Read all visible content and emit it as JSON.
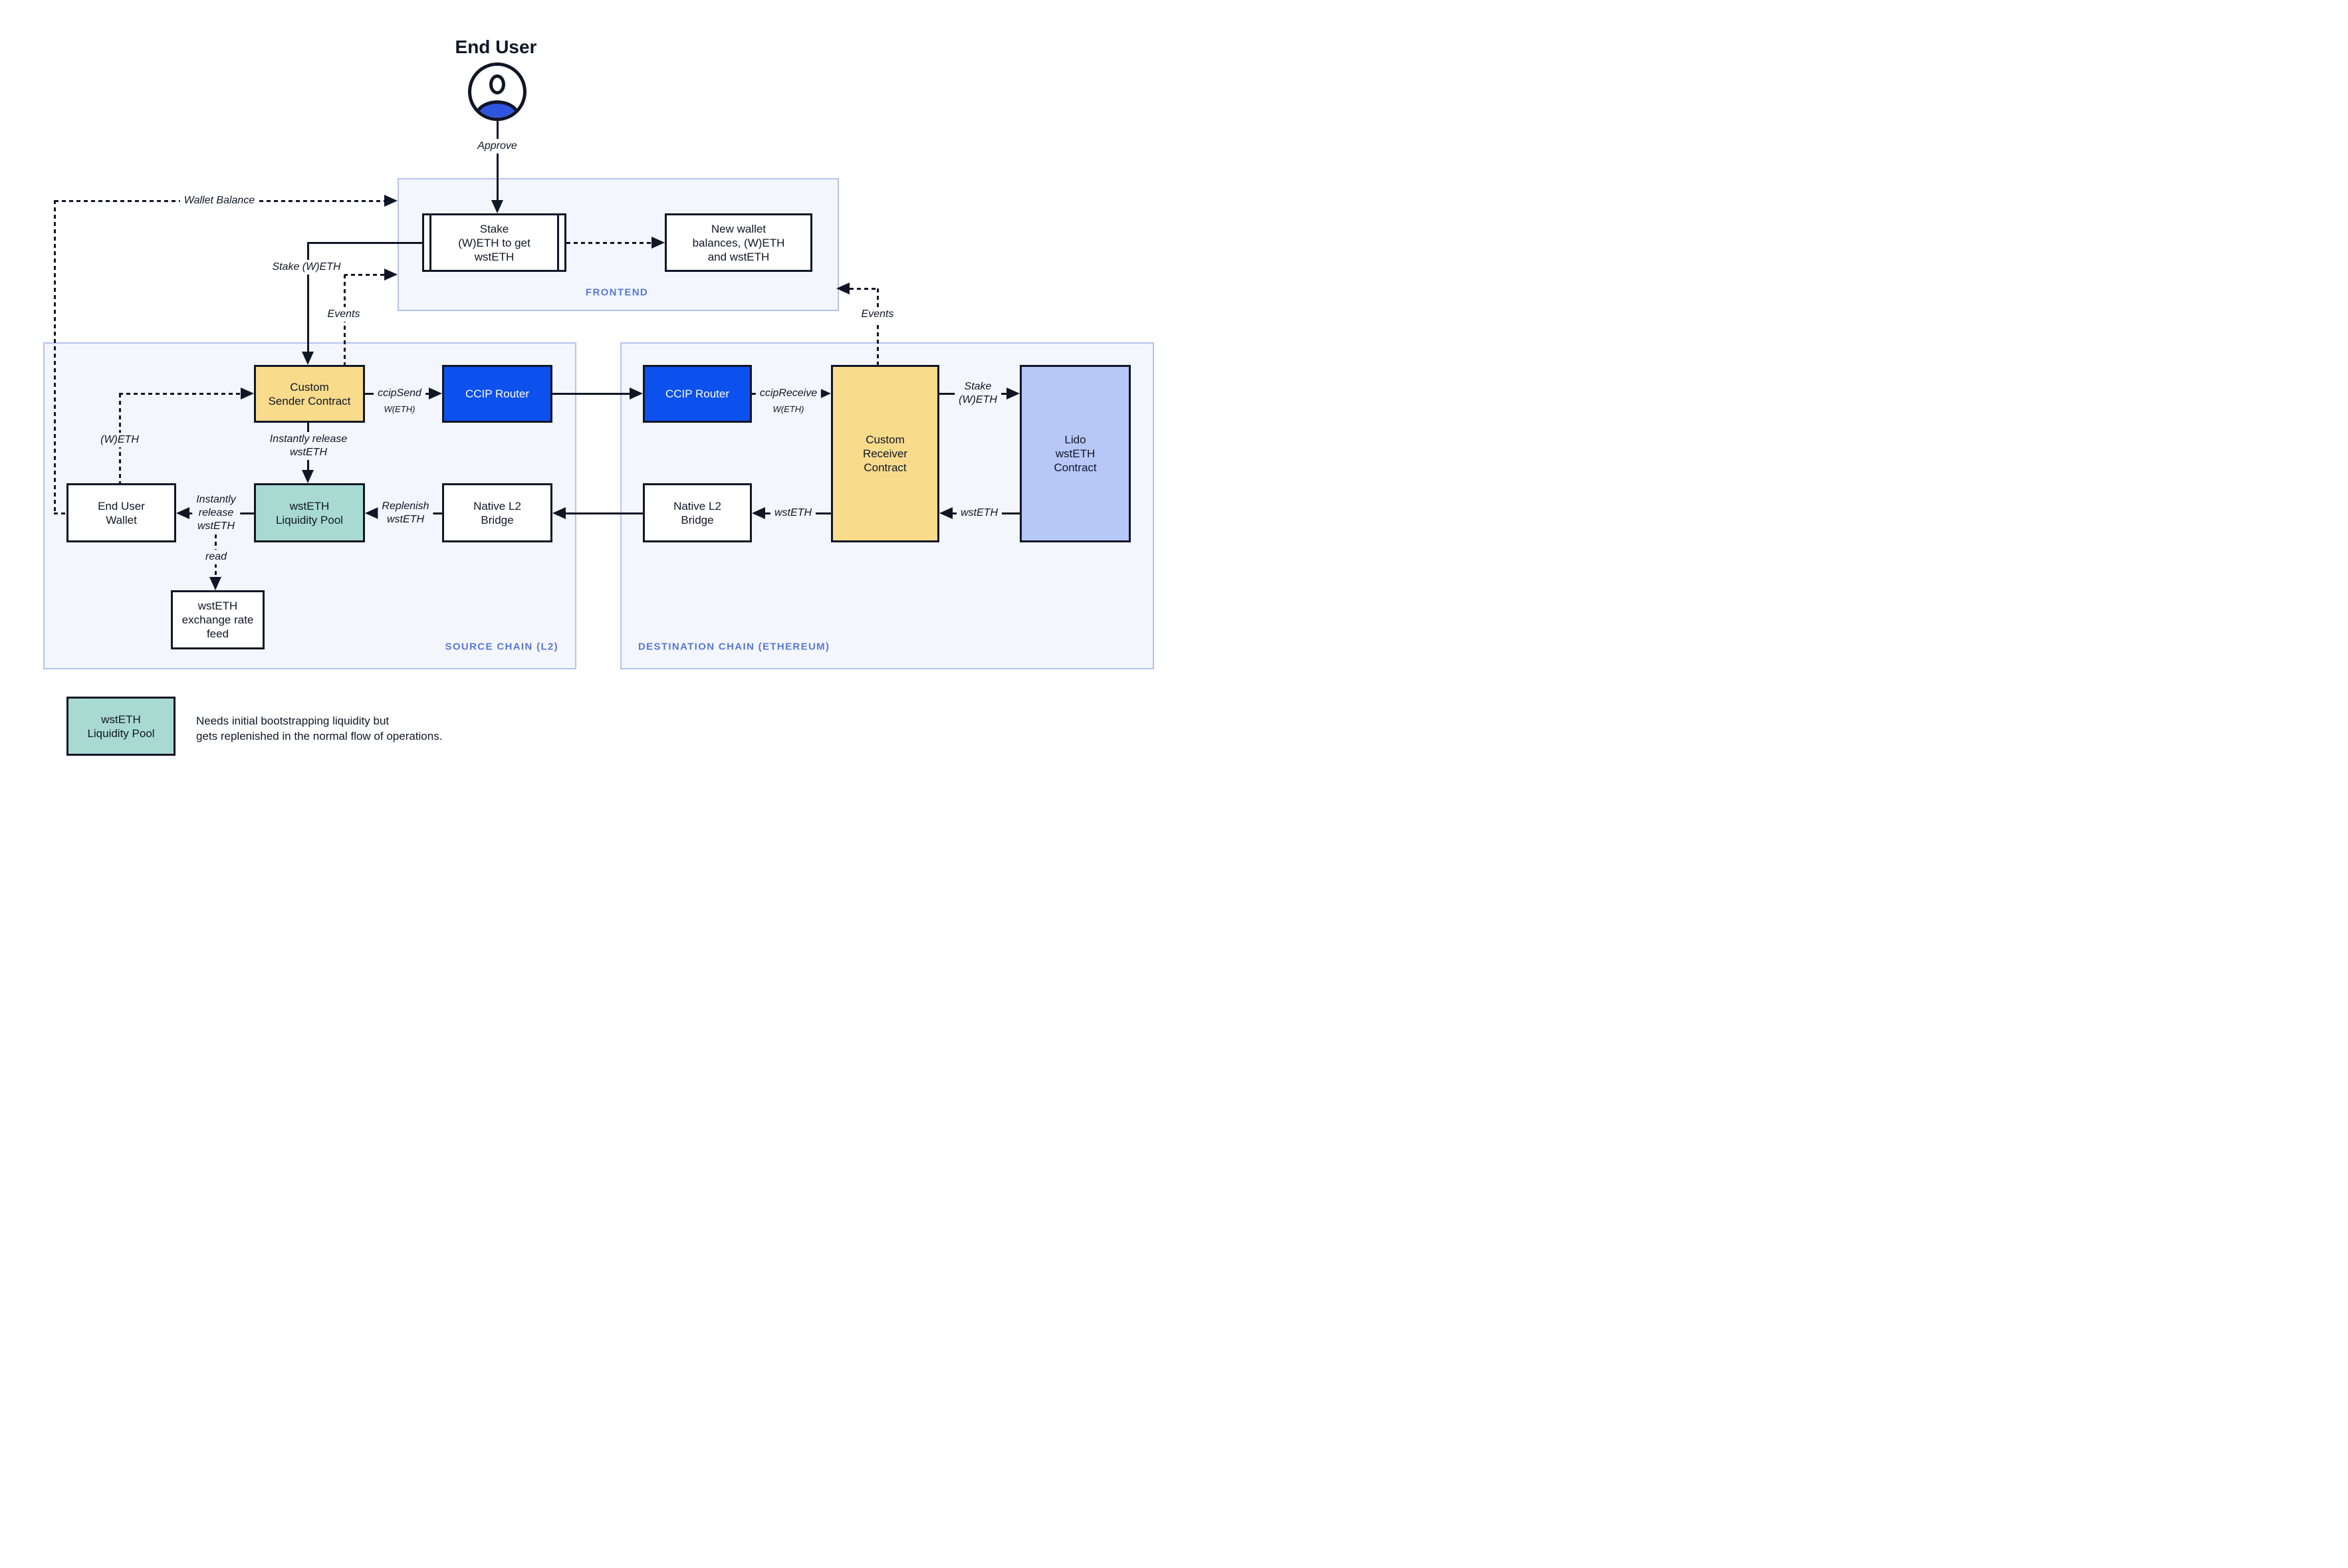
{
  "colors": {
    "ink": "#0F1626",
    "yellow": "#F8DB8B",
    "teal": "#A9DAD2",
    "blue": "#0C50EE",
    "periwinkle": "#B7C7F7",
    "panel_bg": "#F4F6FD",
    "panel_border": "#B6C3EE",
    "label_blue": "#5878D8",
    "actor_blue": "#2F55E0"
  },
  "actor": {
    "title": "End User"
  },
  "frontend": {
    "label": "FRONTEND",
    "stake_box": "Stake\n(W)ETH to get\nwstETH",
    "new_wallet_box": "New wallet\nbalances, (W)ETH\nand wstETH"
  },
  "source_chain": {
    "label": "SOURCE CHAIN (L2)",
    "custom_sender": "Custom\nSender Contract",
    "ccip_router": "CCIP Router",
    "liquidity_pool": "wstETH\nLiquidity Pool",
    "end_user_wallet": "End User\nWallet",
    "native_bridge": "Native L2\nBridge",
    "rate_feed": "wstETH\nexchange rate\nfeed"
  },
  "destination_chain": {
    "label": "DESTINATION CHAIN (ETHEREUM)",
    "ccip_router": "CCIP Router",
    "custom_receiver": "Custom\nReceiver\nContract",
    "native_bridge": "Native L2\nBridge",
    "lido_contract": "Lido\nwstETH\nContract"
  },
  "edges": {
    "approve": "Approve",
    "wallet_balance": "Wallet Balance",
    "stake_weth": "Stake (W)ETH",
    "events_left": "Events",
    "events_right": "Events",
    "ccip_send": "ccipSend",
    "ccip_send_asset": "W(ETH)",
    "ccip_receive": "ccipReceive",
    "ccip_receive_asset": "W(ETH)",
    "stake_weth_dest": "Stake\n(W)ETH",
    "wsteth_from_lido": "wstETH",
    "wsteth_to_bridge": "wstETH",
    "replenish": "Replenish\nwstETH",
    "instantly_release_v": "Instantly release\nwstETH",
    "instantly_release_h": "Instantly\nrelease\nwstETH",
    "weth": "(W)ETH",
    "read": "read"
  },
  "legend": {
    "box": "wstETH\nLiquidity Pool",
    "note": "Needs initial bootstrapping liquidity but\ngets replenished in the normal flow of operations."
  }
}
